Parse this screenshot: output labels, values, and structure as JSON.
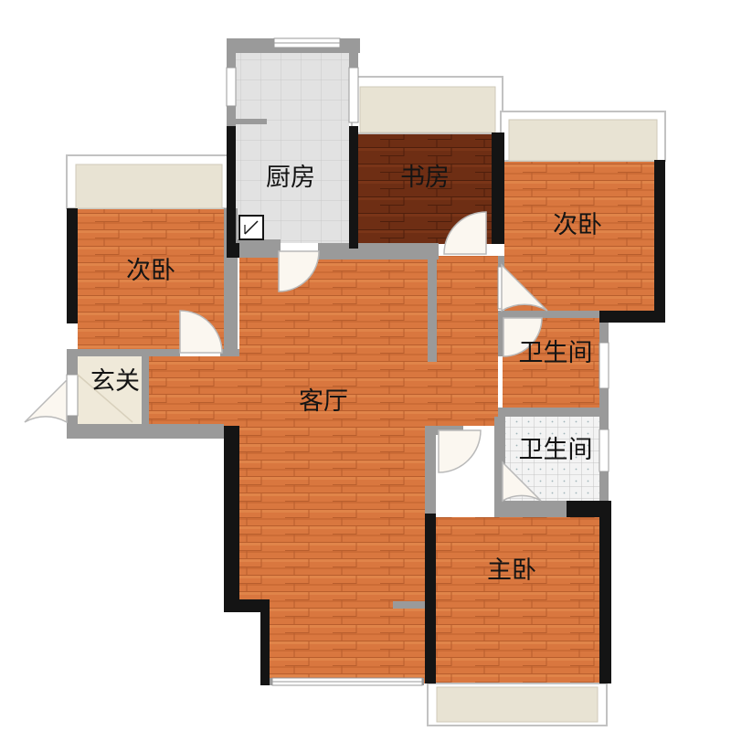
{
  "floorplan": {
    "rooms": {
      "kitchen": "厨房",
      "study": "书房",
      "bedroom_left": "次卧",
      "bedroom_right": "次卧",
      "entry": "玄关",
      "living": "客厅",
      "bath_upper": "卫生间",
      "bath_lower": "卫生间",
      "master": "主卧"
    },
    "colors": {
      "wood": "#d9773f",
      "wood_dark": "#6e2e14",
      "wall": "#141414",
      "partition": "#9a9a9a",
      "tile": "#e2e2e2",
      "balcony": "#e8e3d3",
      "entry_floor": "#efe9d9"
    }
  }
}
